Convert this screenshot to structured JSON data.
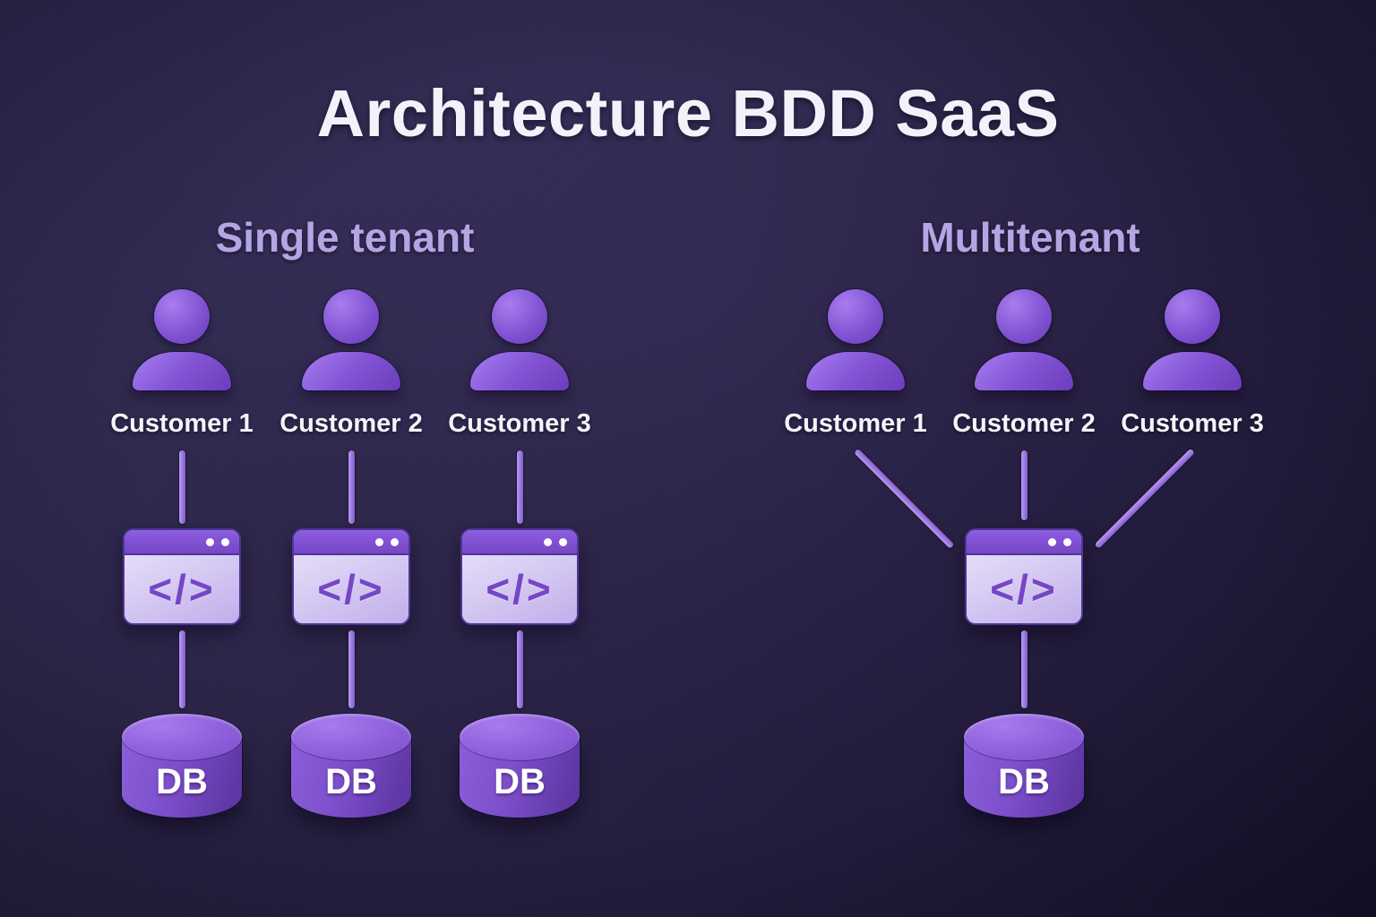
{
  "title": "Architecture BDD SaaS",
  "sections": [
    {
      "id": "single-tenant",
      "heading": "Single tenant",
      "customers": [
        "Customer 1",
        "Customer 2",
        "Customer 3"
      ],
      "app_instances": 3,
      "databases": 3,
      "topology": "each customer connects to its own app and database"
    },
    {
      "id": "multitenant",
      "heading": "Multitenant",
      "customers": [
        "Customer 1",
        "Customer 2",
        "Customer 3"
      ],
      "app_instances": 1,
      "databases": 1,
      "topology": "all customers connect to one shared app and database"
    }
  ],
  "icons": {
    "user": "user-icon",
    "app_window": "code-window-icon",
    "database": "database-cylinder-icon",
    "code_glyph": "</>",
    "db_label": "DB"
  },
  "colors": {
    "background_start": "#37315c",
    "background_end": "#1a142e",
    "title_text": "#f4f1fb",
    "heading_text": "#b5a5e3",
    "person_purple": "#8254d4",
    "line_purple": "#9a78e0",
    "window_titlebar": "#7f50d2",
    "window_body": "#d7cbf3",
    "window_border": "#4f3596",
    "code_glyph_color": "#7546c6",
    "db_purple": "#7c4ecb",
    "label_text": "#f5f3fa"
  }
}
